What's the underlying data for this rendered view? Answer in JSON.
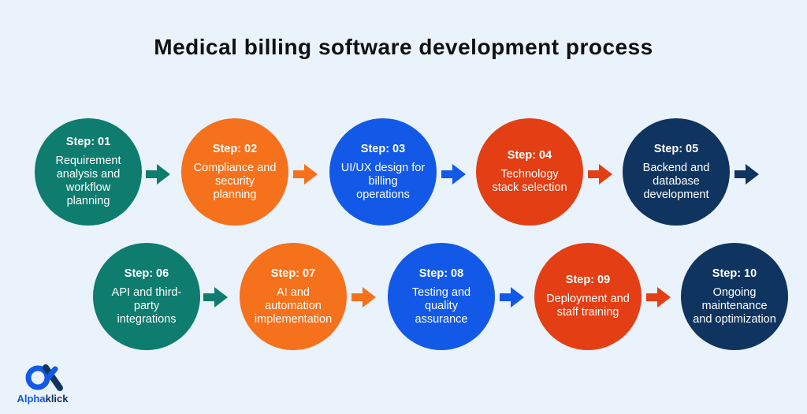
{
  "title": "Medical billing software development process",
  "colors": {
    "teal": "#0e7c6e",
    "orange": "#f5711c",
    "blue": "#1259e8",
    "red": "#e33e14",
    "navy": "#0f3460",
    "background": "#eaf2fb"
  },
  "steps": [
    {
      "label": "Step: 01",
      "text": "Requirement analysis and workflow planning",
      "color": "teal"
    },
    {
      "label": "Step: 02",
      "text": "Compliance and security planning",
      "color": "orange"
    },
    {
      "label": "Step: 03",
      "text": "UI/UX design for billing operations",
      "color": "blue"
    },
    {
      "label": "Step: 04",
      "text": "Technology stack selection",
      "color": "red"
    },
    {
      "label": "Step: 05",
      "text": "Backend and database development",
      "color": "navy"
    },
    {
      "label": "Step: 06",
      "text": "API and third-party integrations",
      "color": "teal"
    },
    {
      "label": "Step: 07",
      "text": "AI and automation implementation",
      "color": "orange"
    },
    {
      "label": "Step: 08",
      "text": "Testing and quality assurance",
      "color": "blue"
    },
    {
      "label": "Step: 09",
      "text": "Deployment and staff training",
      "color": "red"
    },
    {
      "label": "Step: 10",
      "text": "Ongoing maintenance and optimization",
      "color": "navy"
    }
  ],
  "logo": {
    "text": "Alphaklick",
    "icon": "alphaklick-logo-icon"
  }
}
